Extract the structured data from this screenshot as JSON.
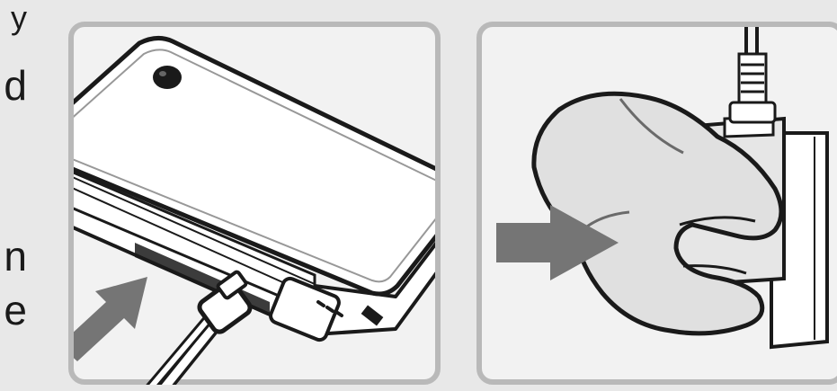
{
  "text_fragments": [
    {
      "text": "y"
    },
    {
      "text": "d"
    },
    {
      "text": "n"
    },
    {
      "text": "e"
    }
  ],
  "colors": {
    "background": "#e8e8e8",
    "panel_fill": "#f2f2f2",
    "panel_border": "#b9b9b9",
    "device_body": "#ffffff",
    "outline": "#1a1a1a",
    "arrow": "#757575",
    "hand": "#e0e0e0"
  },
  "icons": {
    "left_arrow": "insert-arrow-icon",
    "right_arrow": "push-arrow-icon"
  }
}
